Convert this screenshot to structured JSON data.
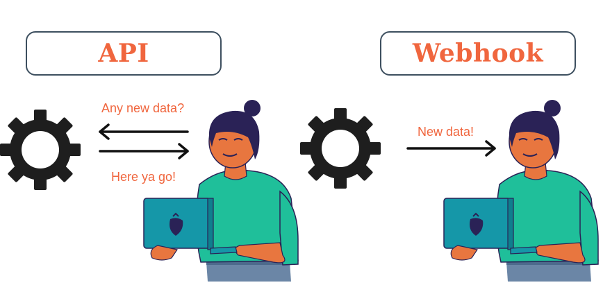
{
  "api_panel": {
    "title": "API",
    "request_label": "Any new data?",
    "response_label": "Here ya go!"
  },
  "webhook_panel": {
    "title": "Webhook",
    "push_label": "New data!"
  },
  "icons": {
    "server": "gear-icon",
    "person": "person-with-laptop-illustration"
  },
  "colors": {
    "accent": "#f0663e",
    "box_border": "#3d4f5f",
    "gear": "#1e1e1e",
    "shirt": "#1fbf9a",
    "laptop": "#1597a8",
    "skin": "#e8763f",
    "hair": "#2a2256",
    "pants": "#6b86a6"
  }
}
